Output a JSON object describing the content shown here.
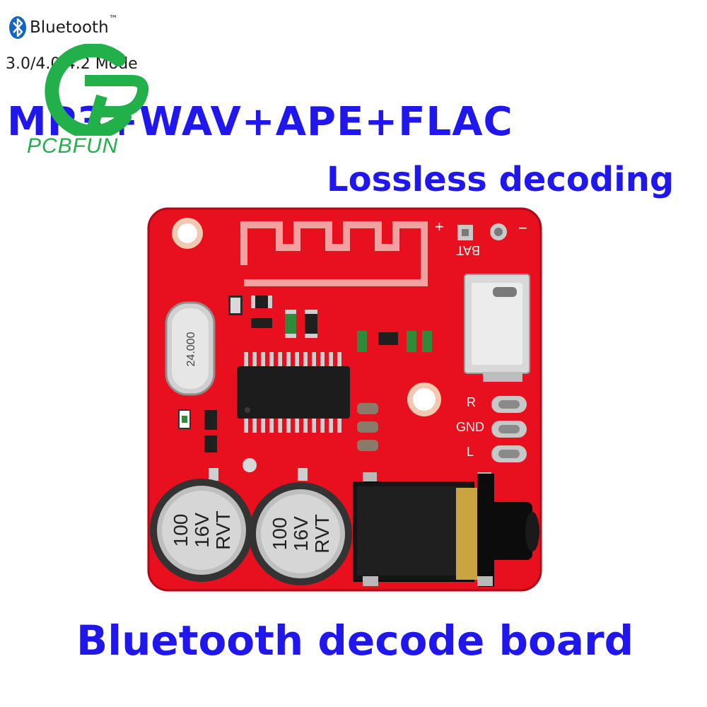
{
  "brand": {
    "bluetooth_word": "Bluetooth",
    "trademark": "™",
    "mode_text": "3.0/4.0/4.2 Mode",
    "icon": "bluetooth-icon"
  },
  "logo": {
    "text": "PCBFUN",
    "icon": "pcbfun-logo",
    "color": "#22b04a"
  },
  "headline": {
    "formats": "MP3+WAV+APE+FLAC",
    "subtitle": "Lossless decoding",
    "footer": "Bluetooth decode board",
    "color": "#1f17ee"
  },
  "board": {
    "pcb_color": "#e8101e",
    "crystal_label": "24.000",
    "cap_left_label": [
      "100",
      "16V",
      "RVT"
    ],
    "cap_right_label": [
      "100",
      "16V",
      "RVT"
    ],
    "silk_bat": "BAT",
    "silk_plus": "+",
    "silk_minus": "−",
    "silk_r": "R",
    "silk_gnd": "GND",
    "silk_l": "L"
  }
}
